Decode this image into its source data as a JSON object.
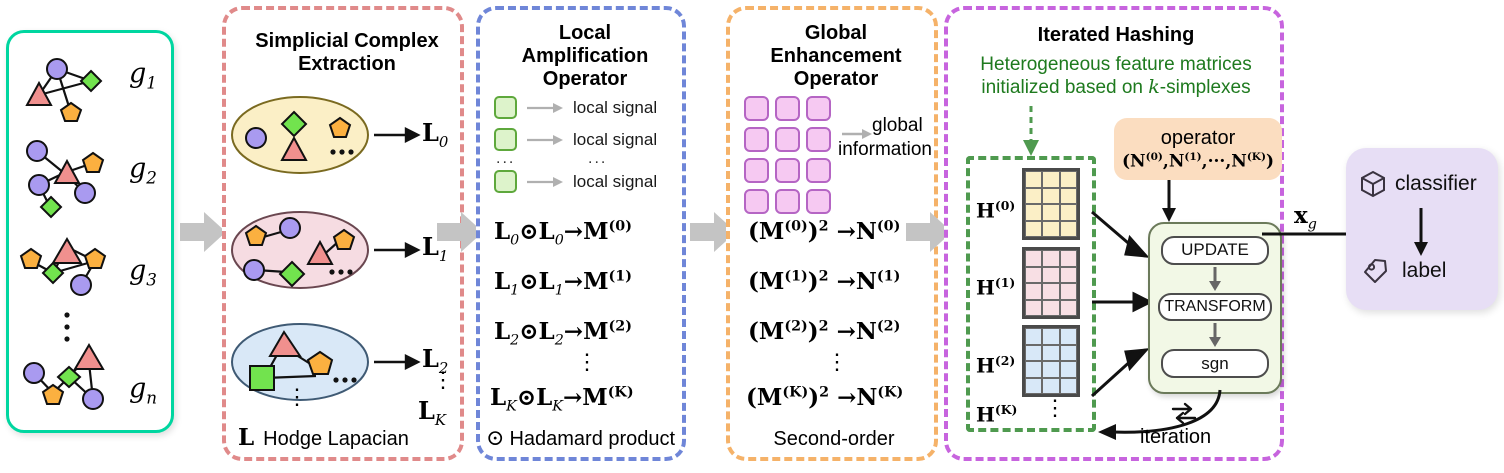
{
  "figure": {
    "domain": "diagram",
    "type": "method-pipeline"
  },
  "graphs_panel": {
    "name": "input-graph-set",
    "border_color": "#00d6a0",
    "labels": [
      "g",
      "g",
      "g",
      "g"
    ],
    "subscripts": [
      "1",
      "2",
      "3",
      "n"
    ],
    "vdots": "⋮"
  },
  "panel_extraction": {
    "title_line1": "Simplicial Complex",
    "title_line2": "Extraction",
    "border_color": "#e08a8a",
    "ellipses": [
      {
        "fill": "#fbefc6",
        "stroke": "#7a6a20",
        "out_label": "L",
        "out_sub": "0",
        "dots": "···"
      },
      {
        "fill": "#f6dce2",
        "stroke": "#6a4750",
        "out_label": "L",
        "out_sub": "1",
        "dots": "···"
      },
      {
        "fill": "#d9e8f7",
        "stroke": "#3f5a74",
        "out_label": "L",
        "out_sub": "2",
        "dots": "···"
      }
    ],
    "tail_vdots_right": "⋮",
    "tail_label": "L",
    "tail_sub": "K",
    "inner_vdots": "⋮",
    "legend_symbol": "L",
    "legend_text": "Hodge Lapacian"
  },
  "panel_local": {
    "title_line1": "Local",
    "title_line2": "Amplification",
    "title_line3": "Operator",
    "border_color": "#6f86d8",
    "signal_rows": [
      {
        "swatch": "#ddf3cb",
        "label": "local signal"
      },
      {
        "swatch": "#ddf3cb",
        "label": "local signal"
      },
      {
        "swatch": "#ddf3cb",
        "label": "local signal"
      }
    ],
    "ellipsis_row_left": "...",
    "ellipsis_row_right": "...",
    "equations": [
      {
        "lhs": "L",
        "lsub": "0",
        "op": "⊙",
        "rhs": "L",
        "rsub": "0",
        "arrow": "→",
        "out": "M",
        "osup": "(0)"
      },
      {
        "lhs": "L",
        "lsub": "1",
        "op": "⊙",
        "rhs": "L",
        "rsub": "1",
        "arrow": "→",
        "out": "M",
        "osup": "(1)"
      },
      {
        "lhs": "L",
        "lsub": "2",
        "op": "⊙",
        "rhs": "L",
        "rsub": "2",
        "arrow": "→",
        "out": "M",
        "osup": "(2)"
      },
      {
        "lhs": "L",
        "lsub": "K",
        "op": "⊙",
        "rhs": "L",
        "rsub": "K",
        "arrow": "→",
        "out": "M",
        "osup": "(K)"
      }
    ],
    "vdots": "⋮",
    "legend_symbol": "⊙",
    "legend_text": "Hadamard product"
  },
  "panel_global": {
    "title_line1": "Global",
    "title_line2": "Enhancement",
    "title_line3": "Operator",
    "border_color": "#f5b269",
    "grid": {
      "rows": 4,
      "cols": 3,
      "fill": "#f6c9f2",
      "stroke": "#b565c4"
    },
    "annotation_line1": "global",
    "annotation_line2": "information",
    "equations": [
      {
        "base": "M",
        "bsup": "(0)",
        "power": "2",
        "arrow": "→",
        "out": "N",
        "osup": "(0)"
      },
      {
        "base": "M",
        "bsup": "(1)",
        "power": "2",
        "arrow": "→",
        "out": "N",
        "osup": "(1)"
      },
      {
        "base": "M",
        "bsup": "(2)",
        "power": "2",
        "arrow": "→",
        "out": "N",
        "osup": "(2)"
      },
      {
        "base": "M",
        "bsup": "(K)",
        "power": "2",
        "arrow": "→",
        "out": "N",
        "osup": "(K)"
      }
    ],
    "vdots": "⋮",
    "legend_text": "Second-order"
  },
  "panel_hashing": {
    "title": "Iterated Hashing",
    "border_color": "#c764de",
    "note_line1": "Heterogeneous feature matrices",
    "note_line2_a": "initialized based on ",
    "note_line2_k": "k",
    "note_line2_b": "-simplexes",
    "note_color": "#1e7a1e",
    "inner_border_color": "#4f9a4f",
    "feature_matrices": [
      {
        "label": "H",
        "sup": "(0)",
        "fill": "#fbefc6",
        "rows": 4,
        "cols": 3
      },
      {
        "label": "H",
        "sup": "(1)",
        "fill": "#f8dfe4",
        "rows": 4,
        "cols": 3
      },
      {
        "label": "H",
        "sup": "(2)",
        "fill": "#d8e8f8",
        "rows": 4,
        "cols": 3
      },
      {
        "label": "H",
        "sup": "(K)",
        "fill": null,
        "rows": 0,
        "cols": 0
      }
    ],
    "matrix_vdots": "⋮",
    "operator_box": {
      "fill": "#fbddc0",
      "title": "operator",
      "args_open": "(",
      "args": [
        "N",
        "N",
        "N"
      ],
      "args_sup": [
        "(0)",
        "(1)",
        "(K)"
      ],
      "args_sep": ",",
      "args_dots": "···",
      "args_close": ")"
    },
    "process": {
      "fill": "#f2f8e6",
      "steps": [
        "UPDATE",
        "TRANSFORM",
        "sgn"
      ]
    },
    "iteration_label": "iteration",
    "iteration_icon": "loop-icon"
  },
  "output": {
    "vector_label": "x",
    "vector_sub": "g",
    "panel_fill": "#e7def5",
    "classifier_label": "classifier",
    "classifier_icon": "cube-icon",
    "label_label": "label",
    "label_icon": "tag-icon"
  },
  "connectors": {
    "gray_arrow_color": "#c4c4c4",
    "count": 4
  }
}
